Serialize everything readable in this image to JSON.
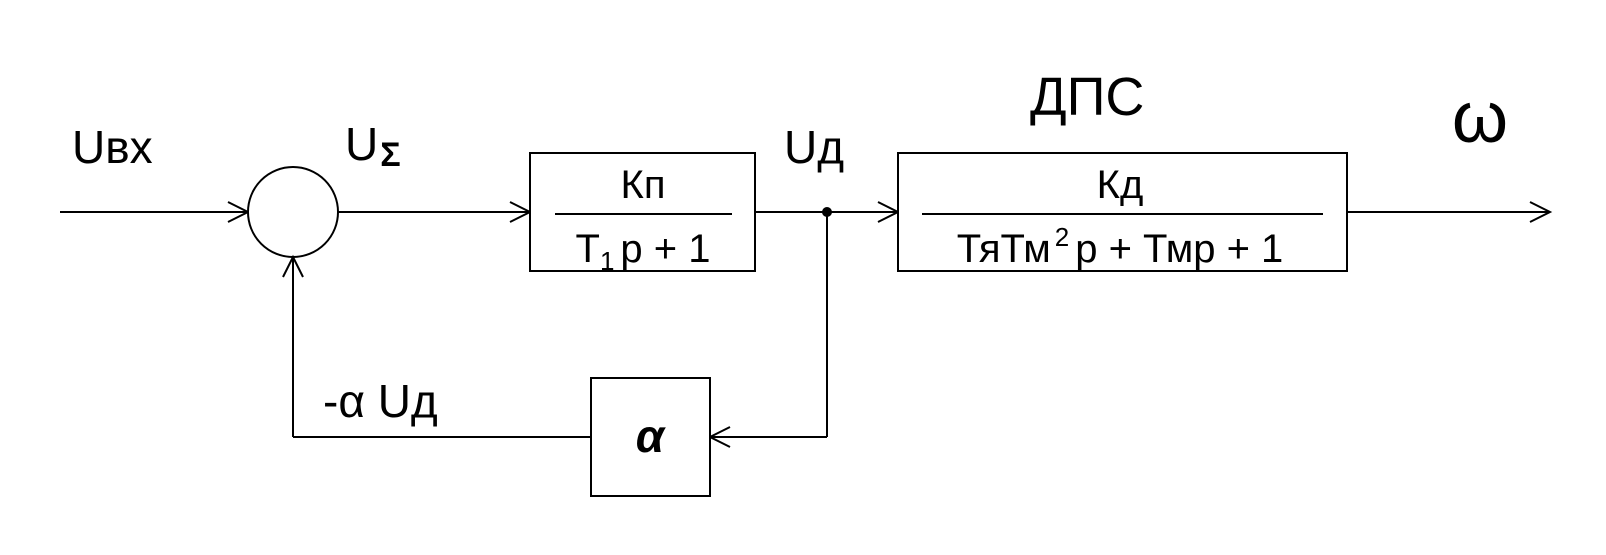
{
  "labels": {
    "input": "Uвх",
    "sum_signal_base": "U",
    "sum_signal_sub": "Σ",
    "motor_voltage": "Uд",
    "output": "ω",
    "motor_title": "ДПС",
    "feedback_signal": "-α Uд"
  },
  "blocks": {
    "converter": {
      "numerator": "Кп",
      "denominator_main": "T",
      "denominator_sub": "1",
      "denominator_rest": "p + 1"
    },
    "motor": {
      "numerator": "Кд",
      "denominator_a": "ТяТм",
      "denominator_sup": "2",
      "denominator_b": "p + Тмp + 1"
    },
    "feedback": {
      "gain": "α"
    }
  },
  "colors": {
    "line": "#000000",
    "background": "#ffffff"
  }
}
